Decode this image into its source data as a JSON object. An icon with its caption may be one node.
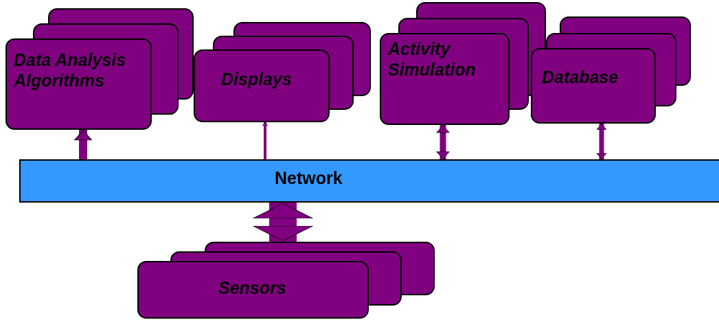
{
  "diagram": {
    "nodes": [
      {
        "text": [
          "Data Analysis Algorithms"
        ]
      },
      {
        "text": [
          "Displays"
        ]
      },
      {
        "text": [
          "Activity Simulation"
        ]
      },
      {
        "text": [
          "Database"
        ]
      },
      {
        "text": [
          "Network"
        ]
      },
      {
        "text": [
          "Sensors"
        ]
      }
    ],
    "edges": [
      {
        "from": 4,
        "to": 0,
        "arrow": "to"
      },
      {
        "from": 4,
        "to": 1,
        "arrow": "to"
      },
      {
        "from": 4,
        "to": 2,
        "arrow": "both"
      },
      {
        "from": 4,
        "to": 3,
        "arrow": "both"
      },
      {
        "from": 4,
        "to": 5,
        "arrow": "both",
        "style": "thick"
      }
    ]
  }
}
